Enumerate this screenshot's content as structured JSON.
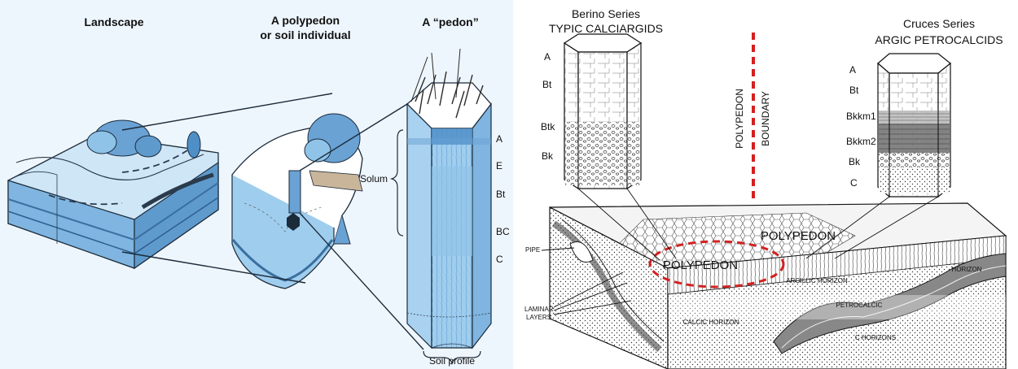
{
  "left_panel": {
    "titles": {
      "landscape": "Landscape",
      "polypedon_line1": "A polypedon",
      "polypedon_line2": "or soil individual",
      "pedon": "A “pedon”"
    },
    "solum_label": "Solum",
    "horizons": [
      "A",
      "E",
      "Bt",
      "BC",
      "C"
    ],
    "soil_profile_label": "Soil profile",
    "colors": {
      "background": "#eef6fd",
      "soil_blue": "#8fc3e8",
      "deep_blue": "#4f8fc8",
      "ink": "#1c2b3a"
    }
  },
  "right_panel": {
    "berino": {
      "title": "Berino Series",
      "subtitle": "TYPIC CALCIARGIDS",
      "horizons": [
        "A",
        "Bt",
        "Btk",
        "Bk"
      ]
    },
    "cruces": {
      "title": "Cruces Series",
      "subtitle": "ARGIC PETROCALCIDS",
      "horizons": [
        "A",
        "Bt",
        "Bkkm1",
        "Bkkm2",
        "Bk",
        "C"
      ]
    },
    "boundary_words": [
      "POLYPEDON",
      "BOUNDARY"
    ],
    "block_labels": {
      "polypedon_large": "POLYPEDON",
      "polypedon_small": "POLYPEDON",
      "pipe": "PIPE",
      "laminar_line1": "LAMINAR",
      "laminar_line2": "LAYERS",
      "argillic": "ARGILLIC HORIZON",
      "horizon": "HORIZON",
      "petrocalcic": "PETROCALCIC",
      "calcic": "CALCIC HORIZON",
      "c_horizons": "C HORIZONS"
    },
    "colors": {
      "boundary": "#d42020",
      "ink": "#1a1a1a"
    }
  }
}
